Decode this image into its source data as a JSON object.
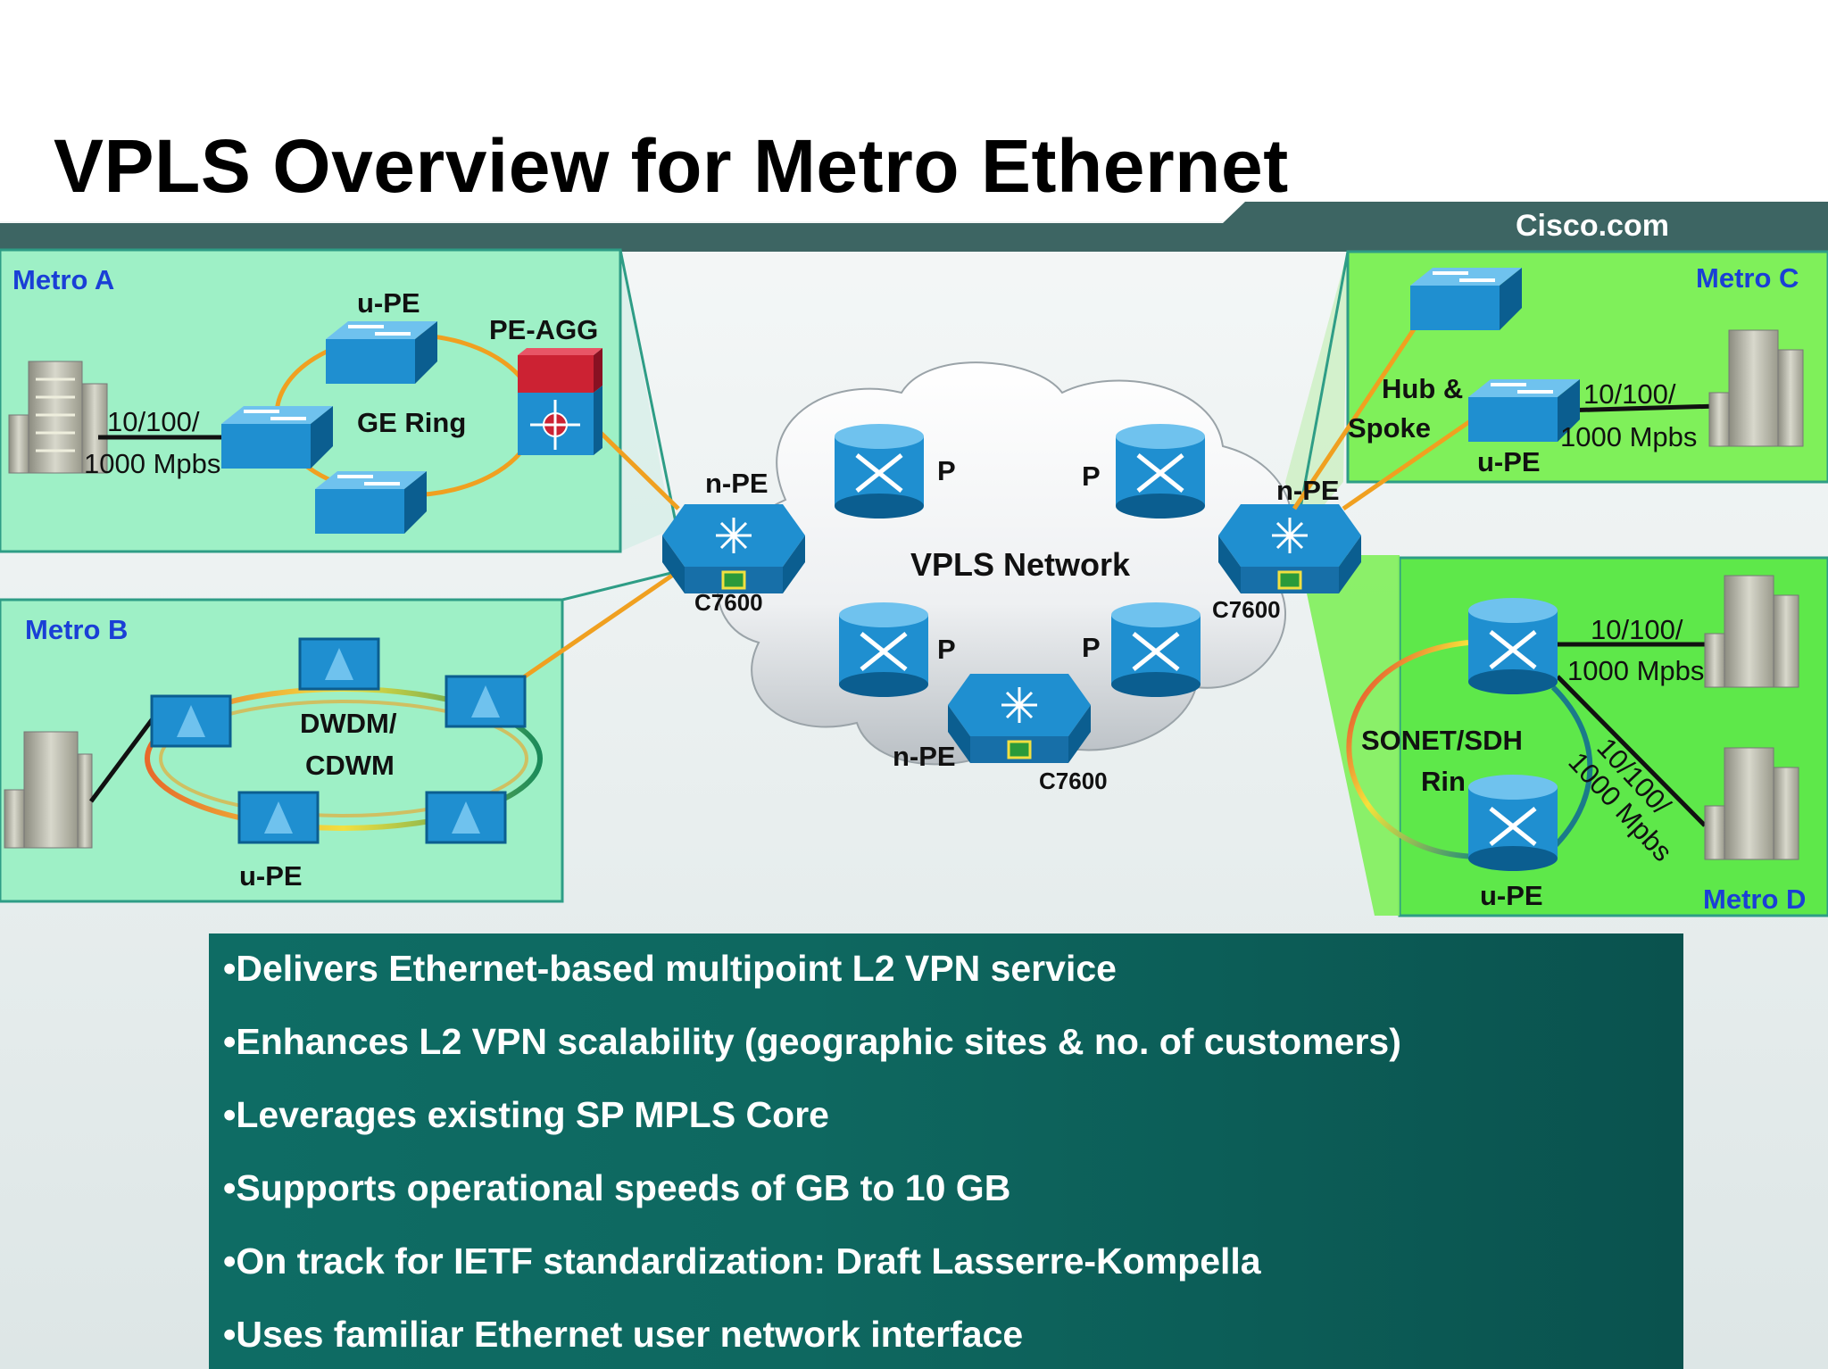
{
  "slide": {
    "title": "VPLS Overview for Metro Ethernet",
    "brand": "Cisco.com"
  },
  "metros": {
    "a": {
      "name": "Metro A",
      "upe": "u-PE",
      "pe_agg": "PE-AGG",
      "ring": "GE  Ring",
      "speed_line1": "10/100/",
      "speed_line2": "1000 Mpbs"
    },
    "b": {
      "name": "Metro B",
      "ring_line1": "DWDM/",
      "ring_line2": "CDWM",
      "upe": "u-PE"
    },
    "c": {
      "name": "Metro C",
      "topology_line1": "Hub &",
      "topology_line2": "Spoke",
      "upe": "u-PE",
      "speed_line1": "10/100/",
      "speed_line2": "1000 Mpbs"
    },
    "d": {
      "name": "Metro D",
      "ring_line1": "SONET/SDH",
      "ring_line2": "Rin",
      "upe": "u-PE",
      "speed1_line1": "10/100/",
      "speed1_line2": "1000 Mpbs",
      "speed2_line1": "10/100/",
      "speed2_line2": "1000 Mpbs"
    }
  },
  "core": {
    "label": "VPLS Network",
    "p_router": "P",
    "npe_label": "n-PE",
    "npe_model": "C7600"
  },
  "bullets": [
    "•Delivers Ethernet-based multipoint L2 VPN service",
    "•Enhances L2 VPN scalability (geographic sites & no. of customers)",
    "•Leverages existing SP MPLS Core",
    "•Supports operational speeds of GB to 10 GB",
    "•On track for IETF standardization: Draft Lasserre-Kompella",
    "•Uses familiar Ethernet user network interface"
  ],
  "colors": {
    "header_bar": "#3d6563",
    "metro_label": "#1a3fd6",
    "panel_left": "#9ef0c6",
    "panel_right": "#7ff05a",
    "device_blue": "#1f8fd0",
    "link_orange": "#f0a020",
    "bullet_box": "#0e6c64"
  }
}
